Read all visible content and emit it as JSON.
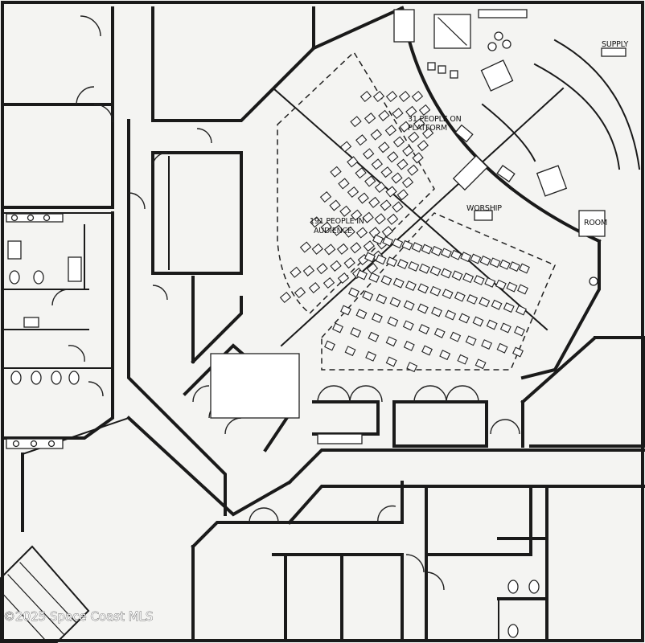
{
  "labels": {
    "platform_line1": "31 PEOPLE ON",
    "platform_line2": "PLATFORM",
    "audience_line1": "191 PEOPLE IN",
    "audience_line2": "AUDIENCE",
    "worship": "WORSHIP",
    "supply": "SUPPLY",
    "small_room": "ROOM"
  },
  "watermark": "©2025 Space Coast MLS",
  "colors": {
    "ink": "#1a1a1a",
    "paper": "#f4f4f2"
  }
}
